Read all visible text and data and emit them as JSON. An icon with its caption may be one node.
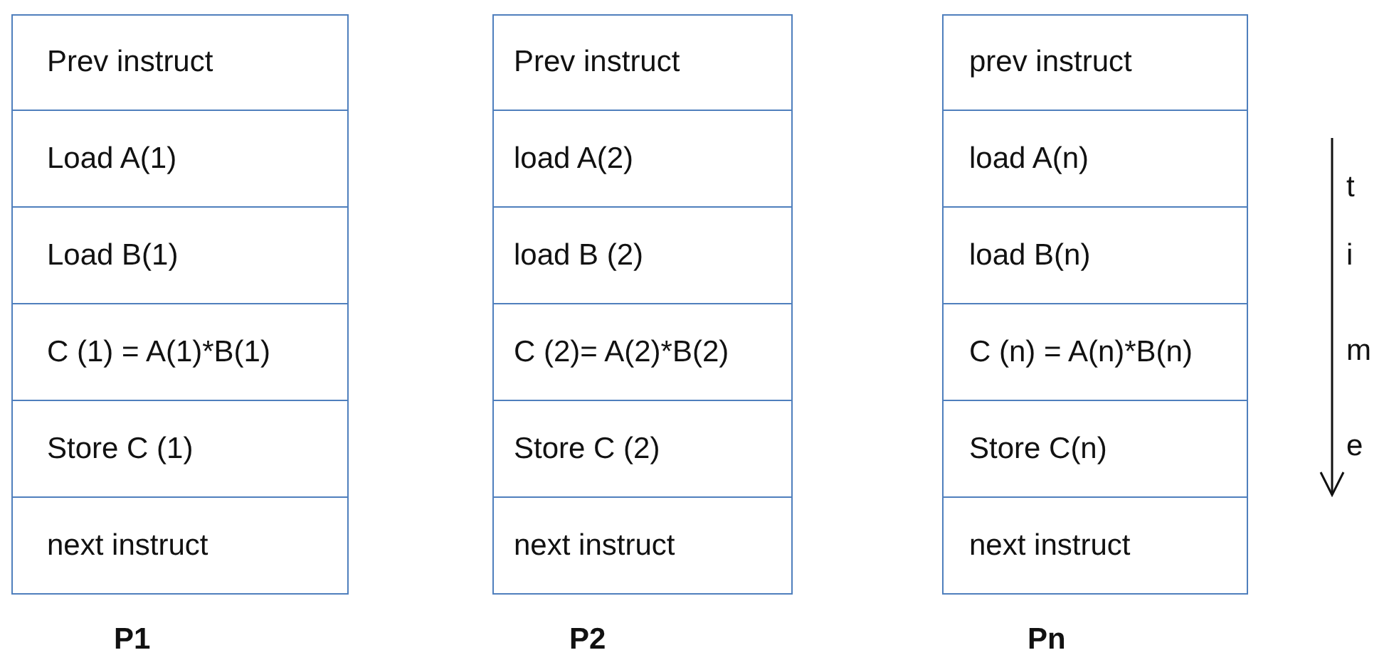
{
  "diagram": {
    "nodes": [
      {
        "text": [
          "Prev instruct"
        ]
      },
      {
        "text": [
          "Load A(1)"
        ]
      },
      {
        "text": [
          "Load B(1)"
        ]
      },
      {
        "text": [
          "C (1) = A(1)*B(1)"
        ]
      },
      {
        "text": [
          "Store C (1)"
        ]
      },
      {
        "text": [
          "next instruct"
        ]
      },
      {
        "text": [
          "Prev instruct"
        ]
      },
      {
        "text": [
          "load A(2)"
        ]
      },
      {
        "text": [
          "load B (2)"
        ]
      },
      {
        "text": [
          "C (2)= A(2)*B(2)"
        ]
      },
      {
        "text": [
          "Store C (2)"
        ]
      },
      {
        "text": [
          "next instruct"
        ]
      },
      {
        "text": [
          "prev instruct"
        ]
      },
      {
        "text": [
          "load A(n)"
        ]
      },
      {
        "text": [
          "load B(n)"
        ]
      },
      {
        "text": [
          "C (n) = A(n)*B(n)"
        ]
      },
      {
        "text": [
          "Store C(n)"
        ]
      },
      {
        "text": [
          "next instruct"
        ]
      }
    ],
    "edges": [],
    "labels": [
      "t",
      "i",
      "m",
      "e",
      "P1",
      "P2",
      "Pn"
    ]
  }
}
